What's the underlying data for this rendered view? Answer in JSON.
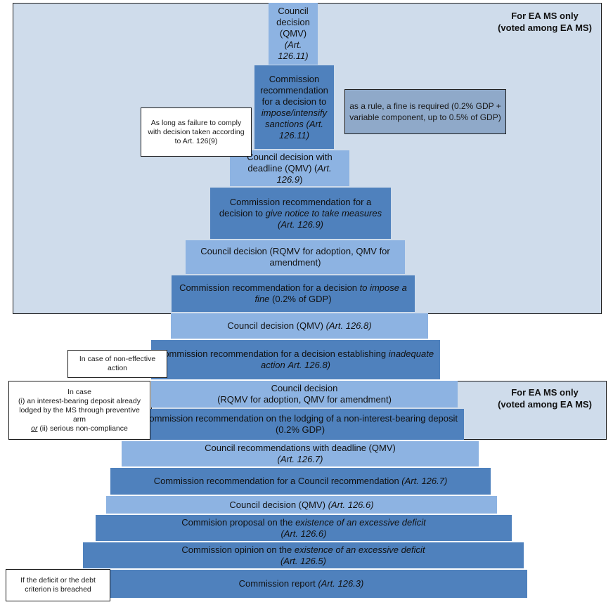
{
  "regions": {
    "top": {
      "label_line1": "For EA MS only",
      "label_line2": "(voted among EA MS)"
    },
    "middle": {
      "label_line1": "For EA MS only",
      "label_line2": "(voted among EA MS)"
    }
  },
  "tiers": [
    {
      "id": "t1",
      "shade": "light",
      "parts": [
        {
          "t": "Council decision (QMV) "
        },
        {
          "t": "(Art. 126.11)",
          "i": true
        }
      ]
    },
    {
      "id": "t2",
      "shade": "dark",
      "parts": [
        {
          "t": "Commission recommendation for a decision to "
        },
        {
          "t": "impose/intensify sanctions",
          "i": true
        },
        {
          "t": " "
        },
        {
          "t": "(Art. 126.11)",
          "i": true
        }
      ]
    },
    {
      "id": "t3",
      "shade": "light",
      "parts": [
        {
          "t": "Council decision with deadline (QMV) ("
        },
        {
          "t": "Art. 126.9",
          "i": true
        },
        {
          "t": ")"
        }
      ]
    },
    {
      "id": "t4",
      "shade": "dark",
      "parts": [
        {
          "t": "Commission recommendation for a decision to "
        },
        {
          "t": "give notice to take measures",
          "i": true
        },
        {
          "t": " "
        },
        {
          "t": "(Art. 126.9)",
          "i": true
        }
      ]
    },
    {
      "id": "t5",
      "shade": "light",
      "parts": [
        {
          "t": "Council decision (RQMV for adoption, QMV for amendment)"
        }
      ]
    },
    {
      "id": "t6",
      "shade": "dark",
      "parts": [
        {
          "t": "Commission recommendation  for a decision "
        },
        {
          "t": "to impose a fine",
          "i": true
        },
        {
          "t": " (0.2% of GDP)"
        }
      ]
    },
    {
      "id": "t7",
      "shade": "light",
      "parts": [
        {
          "t": "Council  decision (QMV) "
        },
        {
          "t": "(Art. 126.8)",
          "i": true
        }
      ]
    },
    {
      "id": "t8",
      "shade": "dark",
      "parts": [
        {
          "t": "Commission recommendation for a decision establishing "
        },
        {
          "t": "inadequate action",
          "i": true
        },
        {
          "t": " "
        },
        {
          "t": "Art. 126.8)",
          "i": true
        }
      ]
    },
    {
      "id": "t9",
      "shade": "light",
      "parts": [
        {
          "t": "Council decision"
        },
        {
          "br": true
        },
        {
          "t": "(RQMV for adoption, QMV for amendment)"
        }
      ]
    },
    {
      "id": "t10",
      "shade": "dark",
      "parts": [
        {
          "t": "Commission recommendation on the lodging of a non-interest-bearing deposit (0.2% GDP)"
        }
      ]
    },
    {
      "id": "t11",
      "shade": "light",
      "parts": [
        {
          "t": "Council recommendations with deadline (QMV)"
        },
        {
          "br": true
        },
        {
          "t": "(Art. 126.7)",
          "i": true
        }
      ]
    },
    {
      "id": "t12",
      "shade": "dark",
      "parts": [
        {
          "t": "Commission recommendation for  a Council recommendation "
        },
        {
          "t": "(Art. 126.7)",
          "i": true
        }
      ]
    },
    {
      "id": "t13",
      "shade": "light",
      "parts": [
        {
          "t": "Council decision (QMV) "
        },
        {
          "t": "(Art. 126.6)",
          "i": true
        }
      ]
    },
    {
      "id": "t14",
      "shade": "dark",
      "parts": [
        {
          "t": "Commision proposal on the "
        },
        {
          "t": "existence of an excessive deficit",
          "i": true
        },
        {
          "br": true
        },
        {
          "t": "(Art. 126.6)",
          "i": true
        }
      ]
    },
    {
      "id": "t15",
      "shade": "dark",
      "parts": [
        {
          "t": "Commission opinion on the "
        },
        {
          "t": "existence of an excessive deficit",
          "i": true
        },
        {
          "br": true
        },
        {
          "t": "(Art. 126.5)",
          "i": true
        }
      ]
    },
    {
      "id": "t16",
      "shade": "dark",
      "parts": [
        {
          "t": "Commission report  "
        },
        {
          "t": "(Art. 126.3)",
          "i": true
        }
      ]
    }
  ],
  "notes": [
    {
      "id": "n1",
      "kind": "plain",
      "parts": [
        {
          "t": "As long as failure to comply with decision taken according to Art. 126(9)"
        }
      ]
    },
    {
      "id": "n2",
      "kind": "fine",
      "parts": [
        {
          "t": "as a rule, a fine is required (0.2% GDP + variable component, up to 0.5% of GDP)"
        }
      ]
    },
    {
      "id": "n3",
      "kind": "plain",
      "parts": [
        {
          "t": "In case of non-effective action"
        }
      ]
    },
    {
      "id": "n4",
      "kind": "plain",
      "parts": [
        {
          "t": "In case"
        },
        {
          "br": true
        },
        {
          "t": "(i) an interest-bearing deposit already lodged by the MS through preventive arm"
        },
        {
          "br": true
        },
        {
          "t": "or",
          "i": true,
          "u": true
        },
        {
          "t": " (ii) serious non-compliance"
        }
      ]
    },
    {
      "id": "n5",
      "kind": "plain",
      "parts": [
        {
          "t": "If the deficit or the debt criterion is breached"
        }
      ]
    }
  ]
}
